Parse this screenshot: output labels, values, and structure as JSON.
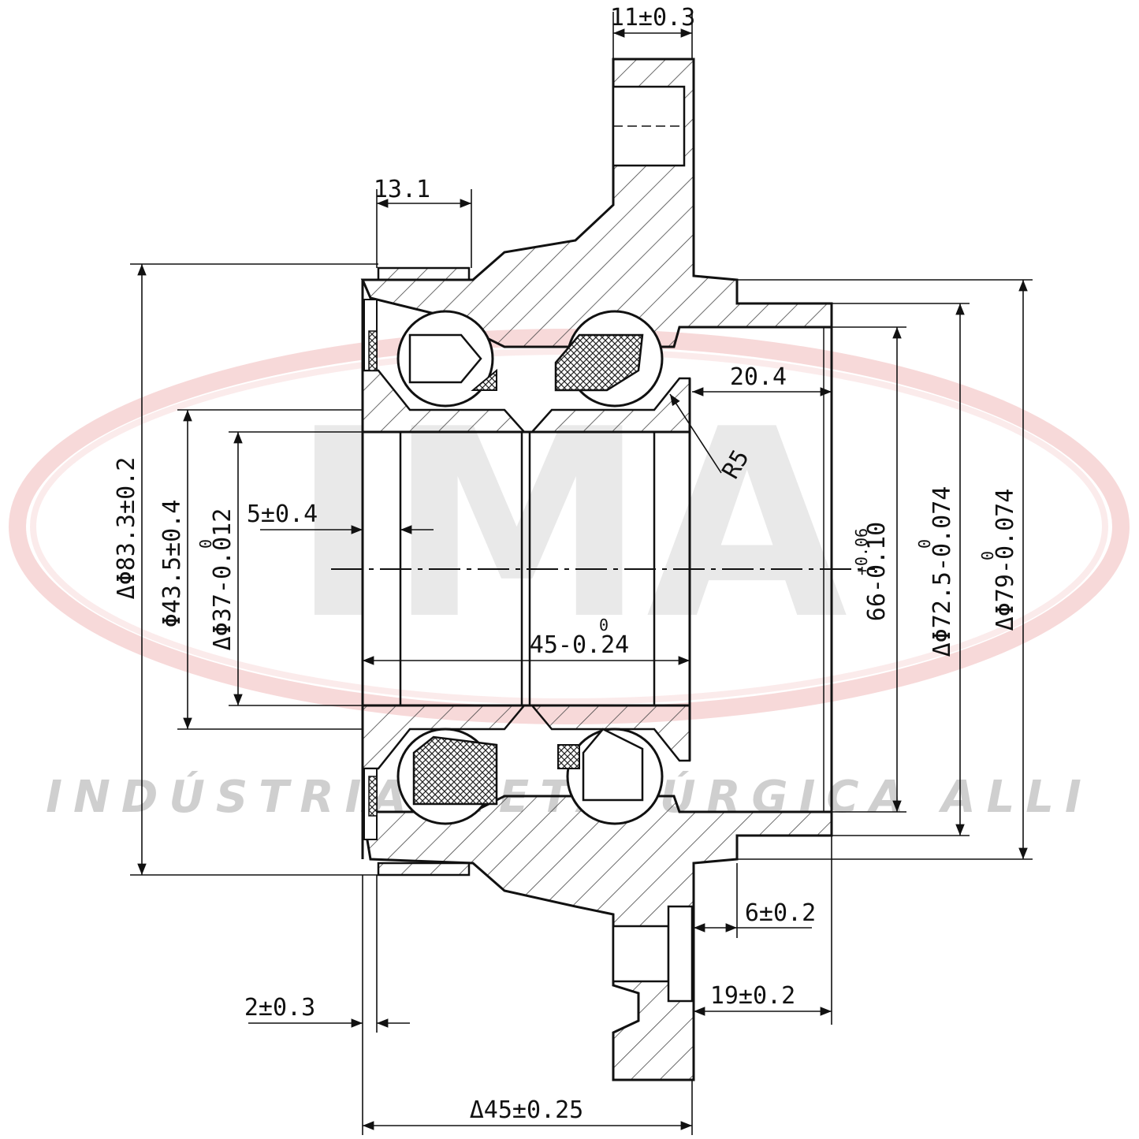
{
  "watermark": {
    "logo": "IMA",
    "company": "INDÚSTRIA METALÚRGICA ALLI",
    "ring_color": "#f3c9c9"
  },
  "dimensions": {
    "flange_width": "11±0.3",
    "seal_width": "13.1",
    "inner_length": "20.4",
    "radius": "R5",
    "offset": "5±0.4",
    "bore_length": "45-0.24",
    "pilot_depth": "6±0.2",
    "stud_offset": "19±0.2",
    "edge_offset": "2±0.3",
    "overall_width": "Δ45±0.25",
    "dia_outer_flange": "ΔΦ83.3±0.2",
    "dia_shoulder": "Φ43.5±0.4",
    "dia_bore": "ΔΦ37-0.012",
    "dia_inner_pilot": "66-0.10",
    "dia_pilot_mid": "ΔΦ72.5-0.074",
    "dia_pilot_outer": "ΔΦ79-0.074",
    "tol_upper_zero": "0",
    "tol_upper_pos": "+0.06"
  },
  "colors": {
    "line": "#111111",
    "hatch": "#444444"
  }
}
